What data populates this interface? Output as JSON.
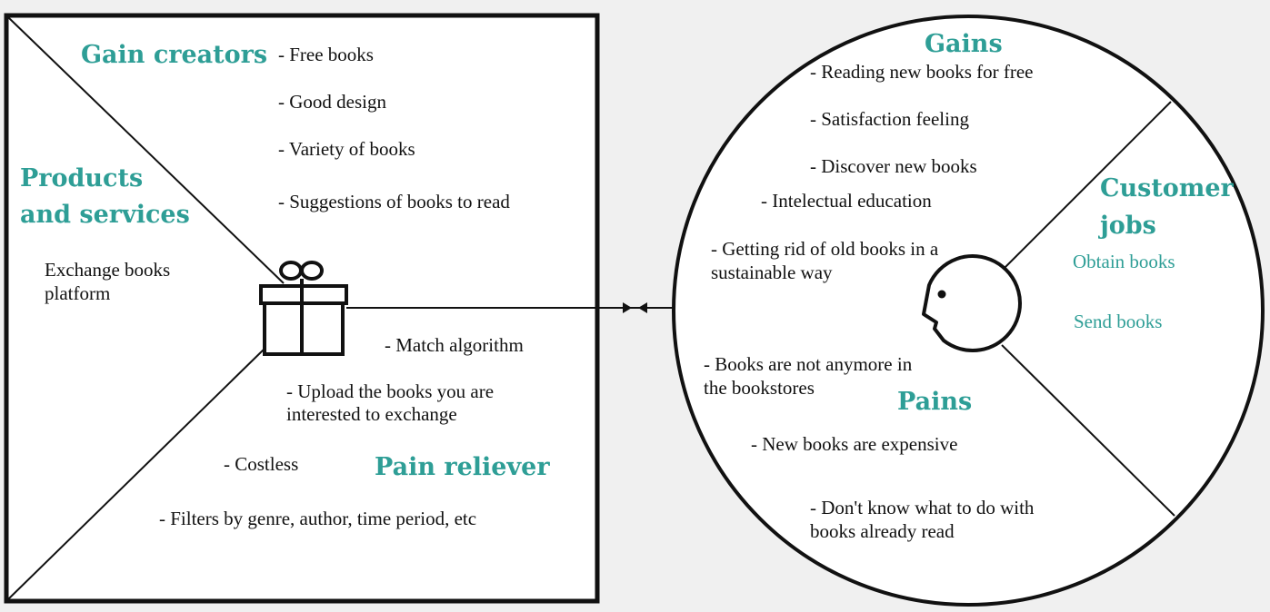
{
  "colors": {
    "accent": "#2e9e96",
    "ink": "#111111",
    "background": "#f0f0f0",
    "panel": "#ffffff"
  },
  "value_map": {
    "gain_creators": {
      "heading": "Gain creators",
      "items": [
        "- Free books",
        "- Good design",
        "- Variety of books",
        "- Suggestions of books to read"
      ]
    },
    "products_services": {
      "heading_line1": "Products",
      "heading_line2": "and services",
      "items_line1": "Exchange books",
      "items_line2": "platform"
    },
    "pain_reliever": {
      "heading": "Pain reliever",
      "item1": "- Match algorithm",
      "item2_line1": "- Upload the books you are",
      "item2_line2": "interested to exchange",
      "item3": "- Costless",
      "item4": "- Filters by genre, author, time period, etc"
    },
    "product_icon": "gift-icon"
  },
  "customer_profile": {
    "gains": {
      "heading": "Gains",
      "items": [
        "- Reading new books for free",
        "- Satisfaction feeling",
        "- Discover new books",
        "- Intelectual education"
      ],
      "item5_line1": "- Getting rid of old books in a",
      "item5_line2": "sustainable way"
    },
    "customer_jobs": {
      "heading_line1": "Customer",
      "heading_line2": "jobs",
      "items": [
        "Obtain books",
        "Send books"
      ]
    },
    "pains": {
      "heading": "Pains",
      "item1_line1": "- Books are not anymore in",
      "item1_line2": "the bookstores",
      "item2": "- New books are expensive",
      "item3_line1": "- Don't know what to do with",
      "item3_line2": "books already read"
    },
    "customer_icon": "face-icon"
  }
}
